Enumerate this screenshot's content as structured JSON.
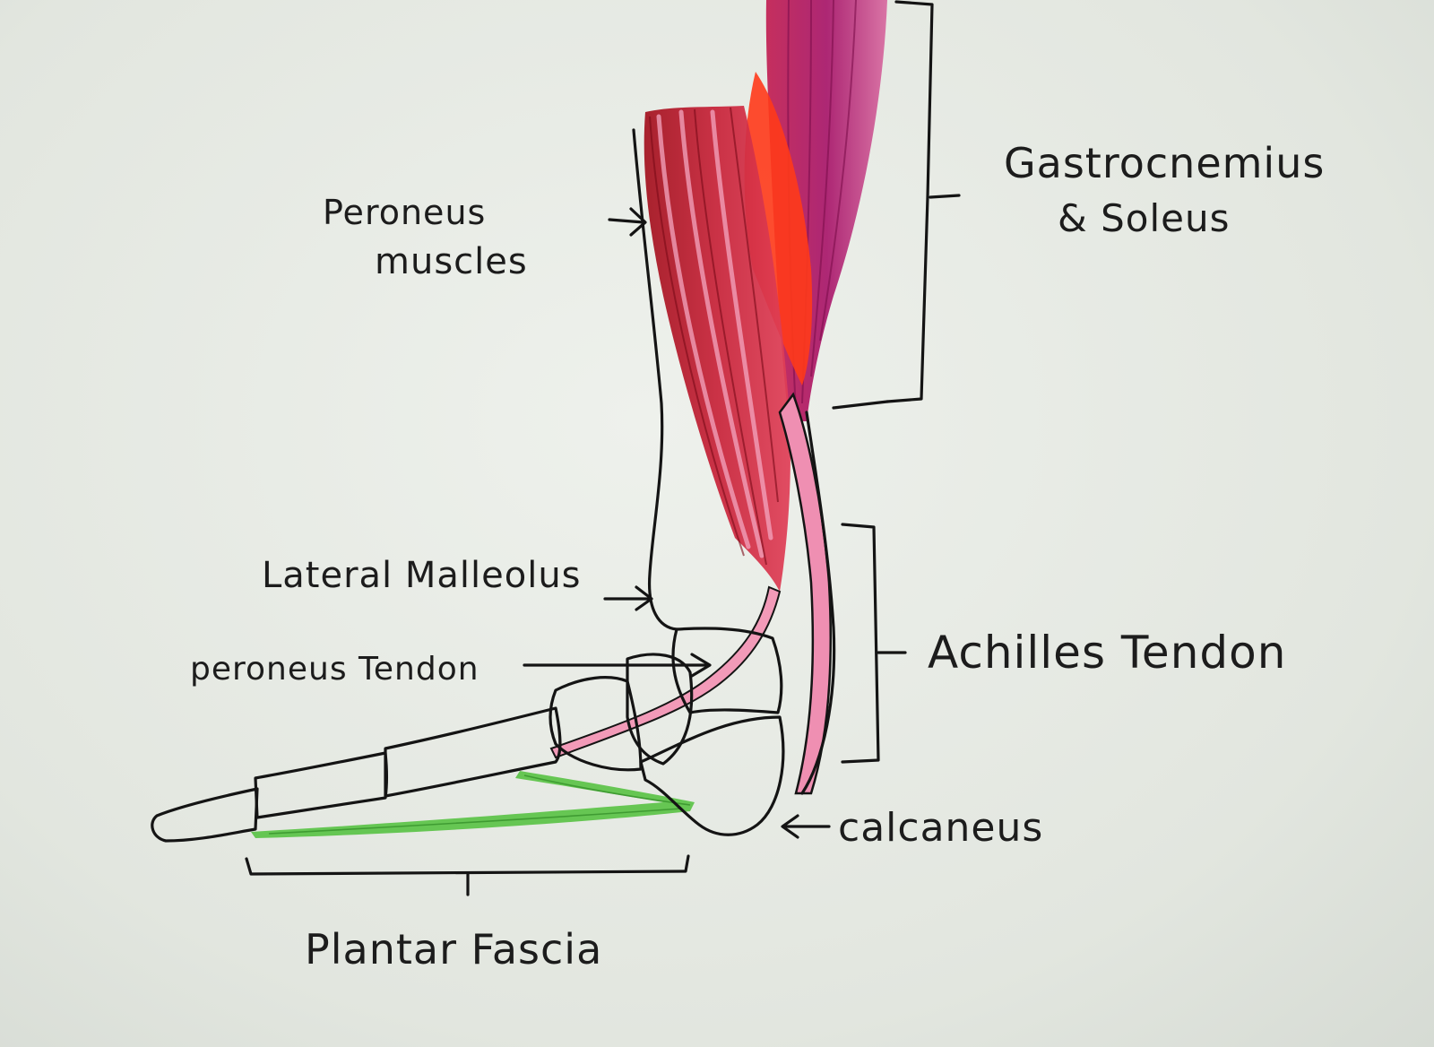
{
  "diagram": {
    "labels": {
      "gastrocnemius_line1": "Gastrocnemius",
      "gastrocnemius_line2": "& Soleus",
      "peroneus_muscles_line1": "Peroneus",
      "peroneus_muscles_line2": "muscles",
      "lateral_malleolus": "Lateral Malleolus",
      "peroneus_tendon": "peroneus Tendon",
      "achilles_tendon": "Achilles Tendon",
      "calcaneus": "calcaneus",
      "plantar_fascia": "Plantar Fascia"
    },
    "colors": {
      "paper": "#e6eae4",
      "ink": "#141414",
      "muscle_dark_red": "#b3162a",
      "muscle_pink": "#e98aa9",
      "muscle_bright_red": "#ff3a1a",
      "muscle_magenta": "#a8166a",
      "plantar_fascia_green": "#4fbf3a"
    }
  }
}
